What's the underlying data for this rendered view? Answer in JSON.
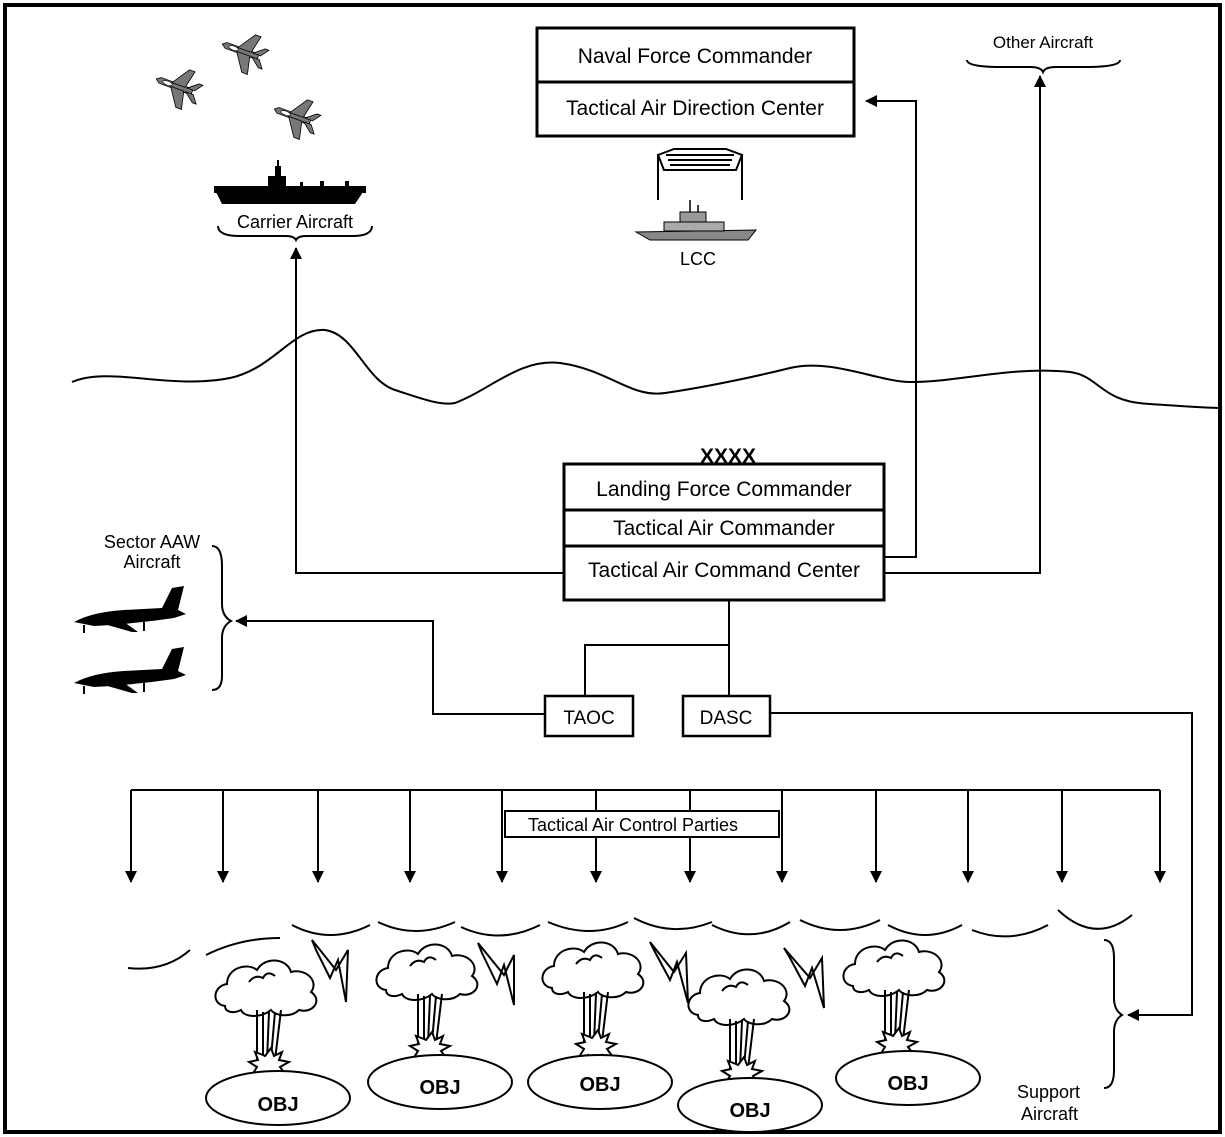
{
  "frame": {
    "naval_box": {
      "rows": [
        "Naval Force Commander",
        "Tactical Air Direction Center"
      ]
    },
    "landing_box": {
      "marker": "XXXX",
      "rows": [
        "Landing Force Commander",
        "Tactical Air Commander",
        "Tactical Air Command Center"
      ]
    },
    "labels": {
      "other_aircraft": "Other Aircraft",
      "carrier_aircraft": "Carrier Aircraft",
      "lcc": "LCC",
      "sector_aaw_line1": "Sector AAW",
      "sector_aaw_line2": "Aircraft",
      "taoc": "TAOC",
      "dasc": "DASC",
      "tacp": "Tactical Air Control Parties",
      "support_line1": "Support",
      "support_line2": "Aircraft"
    },
    "objectives": [
      "OBJ",
      "OBJ",
      "OBJ",
      "OBJ",
      "OBJ"
    ],
    "icons": {
      "fighter_jet": "fighter-jet-icon",
      "carrier": "aircraft-carrier-icon",
      "command_ship": "command-ship-icon",
      "interceptor": "interceptor-jet-icon",
      "explosion": "explosion-icon",
      "lightning": "lightning-icon"
    }
  }
}
